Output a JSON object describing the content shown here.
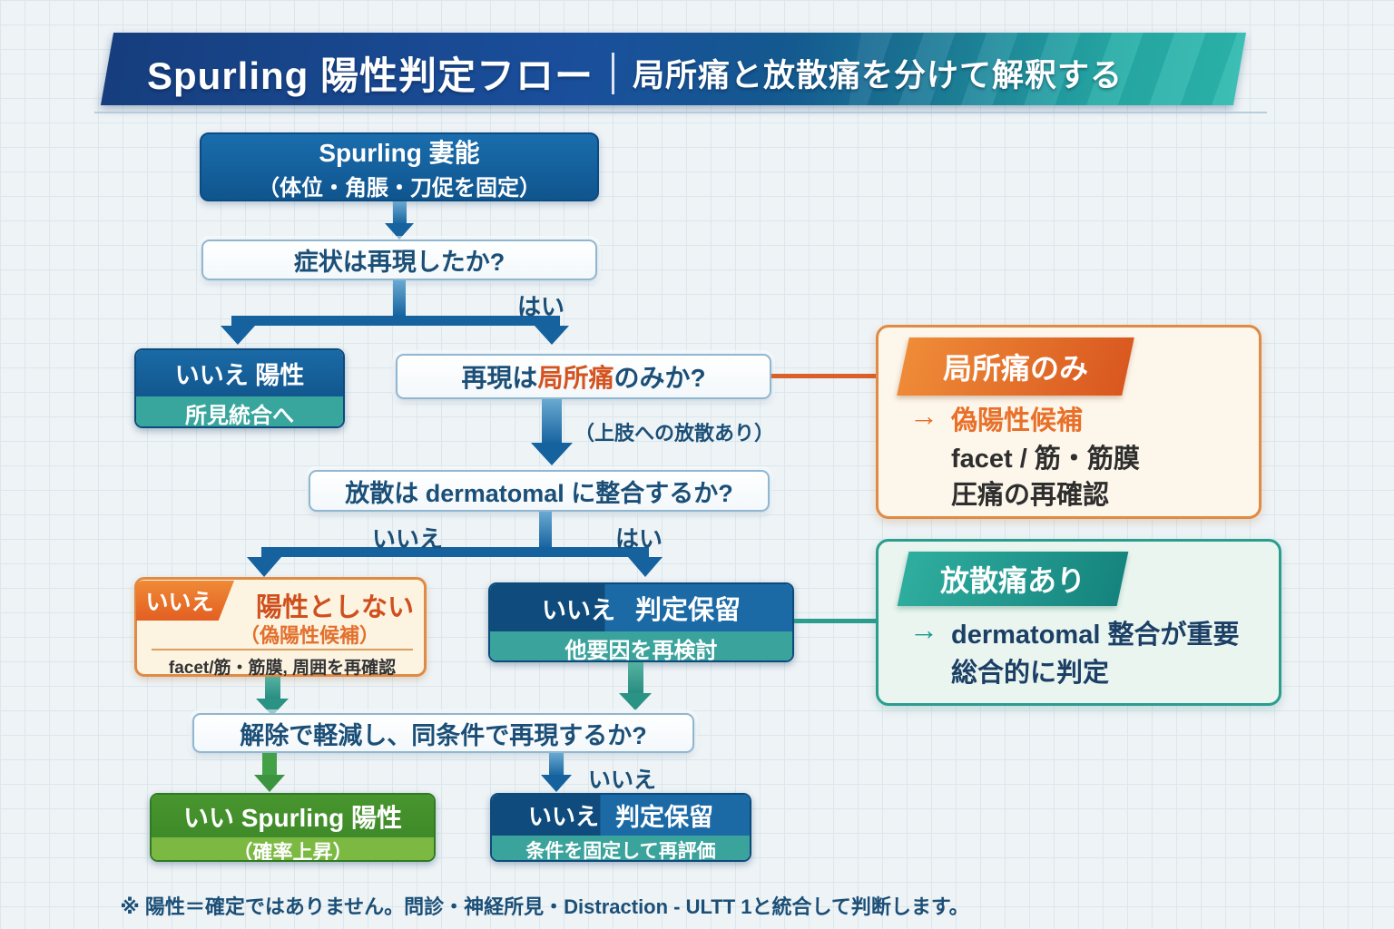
{
  "header": {
    "title_left": "Spurling 陽性判定フロー",
    "title_right": "局所痛と放散痛を分けて解釈する"
  },
  "flow": {
    "start": {
      "line1": "Spurling 妻能",
      "line2": "（体位・角脹・刀促を固定）"
    },
    "q_reproduced": {
      "text": "症状は再現したか?",
      "yes_label": "はい"
    },
    "result_negative": {
      "line1": "いいえ 陽性",
      "line2": "所見統合へ"
    },
    "q_local_only": {
      "pre": "再現は",
      "highlight": "局所痛",
      "post": "のみか?",
      "branch_note": "（上肢への放散あり）"
    },
    "q_dermatomal": {
      "text": "放散は dermatomal に整合するか?",
      "no_label": "いいえ",
      "yes_label": "はい"
    },
    "result_not_positive": {
      "badge": "いいえ",
      "title": "陽性としない",
      "subtitle": "（偽陽性候補）",
      "detail": "facet/筋・筋膜, 周囲を再確認"
    },
    "result_hold": {
      "badge": "いいえ",
      "title": "判定保留",
      "subtitle": "他要因を再検討"
    },
    "q_release": {
      "text": "解除で軽減し、同条件で再現するか?",
      "no_label": "いいえ"
    },
    "result_positive": {
      "line1": "いい Spurling 陽性",
      "line2": "（確率上昇）"
    },
    "result_hold2": {
      "badge": "いいえ",
      "title": "判定保留",
      "subtitle": "条件を固定して再評価"
    }
  },
  "callouts": {
    "local_pain": {
      "title": "局所痛のみ",
      "arrow": "→",
      "line1": "偽陽性候補",
      "line2": "facet / 筋・筋膜",
      "line3": "圧痛の再確認"
    },
    "radiating_pain": {
      "title": "放散痛あり",
      "arrow": "→",
      "line1": "dermatomal 整合が重要",
      "line2": "総合的に判定"
    }
  },
  "footnote": "※ 陽性＝確定ではありません。問診・神経所見・Distraction - ULTT 1と統合して判断します。",
  "colors": {
    "header_blue": "#1a4f9c",
    "header_teal": "#2db9ae",
    "node_blue": "#15629f",
    "node_navy": "#0f4c7d",
    "teal": "#3aa39b",
    "orange": "#e8702a",
    "orange_deep": "#d9571f",
    "green_dark": "#3f8a29",
    "green_light": "#7cb942",
    "text_navy": "#1b4f77"
  }
}
